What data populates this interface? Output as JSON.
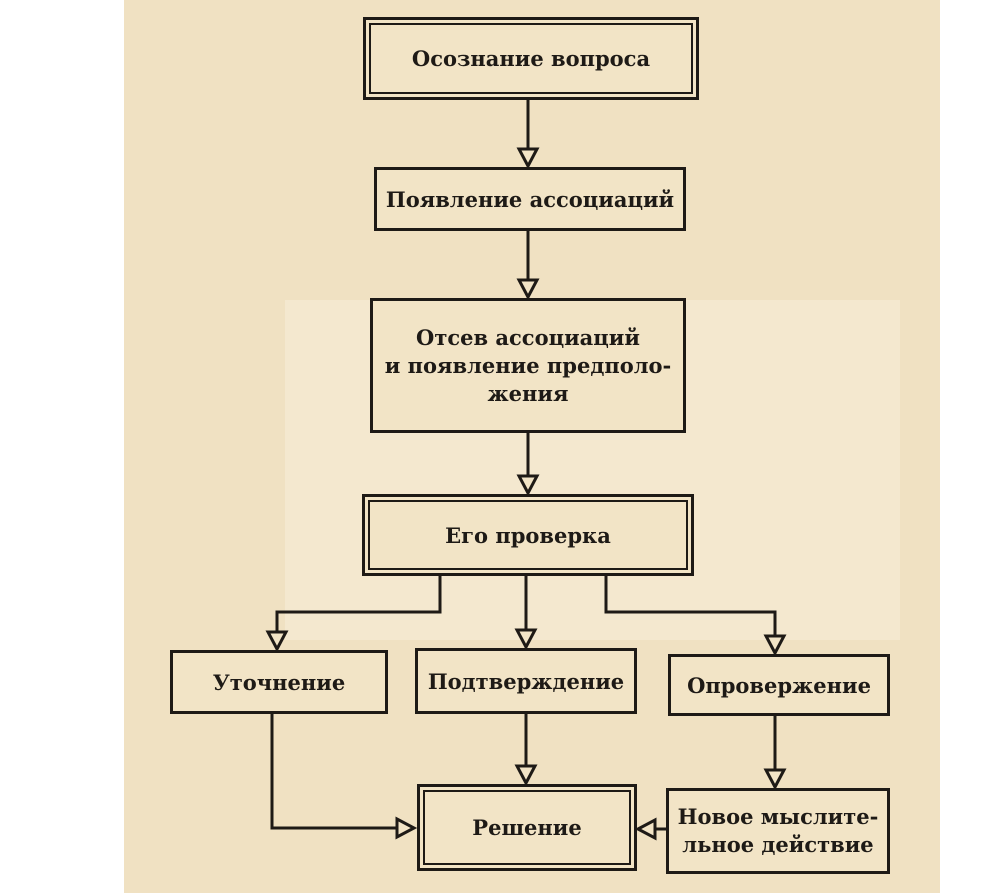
{
  "nodes": {
    "awareness": "Осознание вопроса",
    "associations": "Появление ассоциаций",
    "screening": "Отсев ассоциаций\nи появление предполо-\nжения",
    "check": "Его проверка",
    "clarify": "Уточнение",
    "confirm": "Подтверждение",
    "refute": "Опровержение",
    "solution": "Решение",
    "new_action": "Новое мыслите-\nльное действие"
  },
  "edges": [
    {
      "from": "awareness",
      "to": "associations"
    },
    {
      "from": "associations",
      "to": "screening"
    },
    {
      "from": "screening",
      "to": "check"
    },
    {
      "from": "check",
      "to": "clarify"
    },
    {
      "from": "check",
      "to": "confirm"
    },
    {
      "from": "check",
      "to": "refute"
    },
    {
      "from": "confirm",
      "to": "solution"
    },
    {
      "from": "clarify",
      "to": "solution"
    },
    {
      "from": "refute",
      "to": "new_action"
    },
    {
      "from": "new_action",
      "to": "solution"
    }
  ],
  "colors": {
    "paper": "#f0e1c2",
    "ink": "#1e1a16"
  }
}
